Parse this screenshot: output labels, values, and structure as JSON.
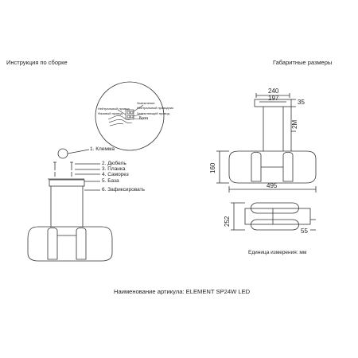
{
  "left": {
    "title": "Инструкция по сборке",
    "detail_labels": [
      "Заземление",
      "Нейтральный провод",
      "Фазовый провод",
      "Нейтральный проводник",
      "Заземляющий провод",
      "База"
    ],
    "parts": [
      "1. Клемма",
      "2. Дюбель",
      "3. Планка",
      "4. Саморез",
      "5. База",
      "6. Зафиксировать"
    ]
  },
  "right": {
    "title": "Габаритные размеры",
    "dims": {
      "w240": "240",
      "w197": "197",
      "h35": "35",
      "cable": "2M",
      "h160": "160",
      "w495": "495",
      "d252": "252",
      "d55": "55"
    },
    "units_note": "Единица измерения: мм"
  },
  "article": "Наименование артикула:  ELEMENT SP24W LED"
}
